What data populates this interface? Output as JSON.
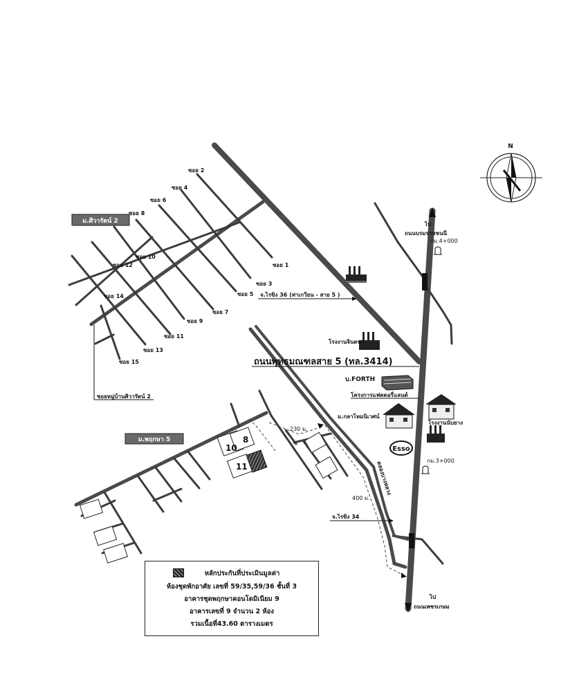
{
  "north": {
    "label": "N",
    "icon": "compass-rose-icon"
  },
  "villages": {
    "siwarat": "ม.ศิวารัตน์ 2",
    "pruksa": "ม.พฤกษา 5",
    "village_road": "ซอยหมู่บ้านศิวารัตน์ 2",
    "lanthong": "ม.กลาโหมนิเวศน์"
  },
  "sois": [
    "ซอย 1",
    "ซอย 2",
    "ซอย 3",
    "ซอย 4",
    "ซอย 5",
    "ซอย 6",
    "ซอย 7",
    "ซอย 8",
    "ซอย 9",
    "ซอย 10",
    "ซอย 11",
    "ซอย 12",
    "ซอย 13",
    "ซอย 14",
    "ซอย 15"
  ],
  "roads": {
    "main_road": "ถนนพุทธมณฑลสาย 5 (ทล.3414)",
    "junction_36": "จ.ไรขิง 36 (ท่าเกวียน - สาย 5 )",
    "junction_34": "จ.ไรขิง 34",
    "canal": "คลองบางหลวง",
    "to_north_prefix": "ไป",
    "to_north": "ถนนบรมราชชนนี",
    "to_south_prefix": "ไป",
    "to_south": "ถนนเพชรเกษม"
  },
  "km_markers": {
    "km4": "กม.4+000",
    "km3": "กม.3+000"
  },
  "distances": {
    "d230": "230 ม.",
    "d400": "400 ม."
  },
  "landmarks": {
    "factory_jinda": "โรงงานจินดนา",
    "forth": "บ.FORTH",
    "project": "โครงการแฟคตอรี่แลนด์",
    "rubber_factory": "โรงงานนับยาง",
    "esso": "Esso"
  },
  "plots": [
    "8",
    "10",
    "11"
  ],
  "legend": {
    "title": "หลักประกันที่ประเมินมูลค่า",
    "line1": "ห้องชุดพักอาศัย เลขที่ 59/35,59/36  ชั้นที่ 3",
    "line2": "อาคารชุดพฤกษาคอนโดมิเนียม 9",
    "line3": "อาคารเลขที่ 9    จำนวน 2 ห้อง",
    "line4": "รวมเนื้อที่43.60 ตารางเมตร"
  },
  "colors": {
    "road": "#4a4a4a",
    "tag": "#6a6a6a",
    "subject": "#333333"
  }
}
